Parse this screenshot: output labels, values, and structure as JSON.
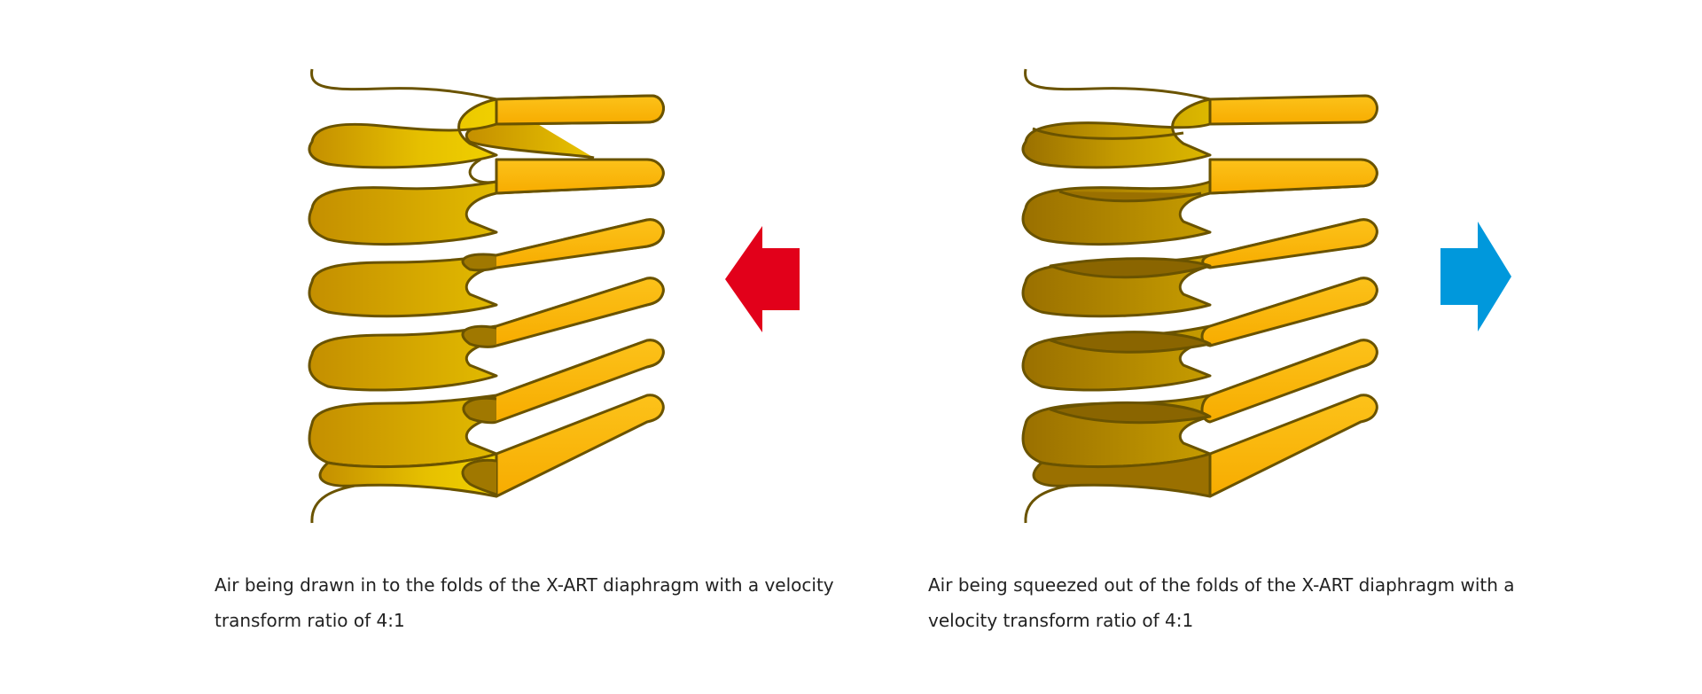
{
  "panels": [
    {
      "caption": "Air being drawn in to the folds of the X-ART diaphragm with a velocity transform ratio of 4:1",
      "arrow": {
        "direction": "left",
        "color": "#e2001a"
      }
    },
    {
      "caption": "Air being squeezed out of the folds of the X-ART diaphragm with a velocity transform ratio of 4:1",
      "arrow": {
        "direction": "right",
        "color": "#0098dc"
      }
    }
  ],
  "colors": {
    "fold_light": "#fbb812",
    "fold_mid": "#d8b000",
    "fold_dark": "#a07800",
    "outline": "#6a5300"
  }
}
